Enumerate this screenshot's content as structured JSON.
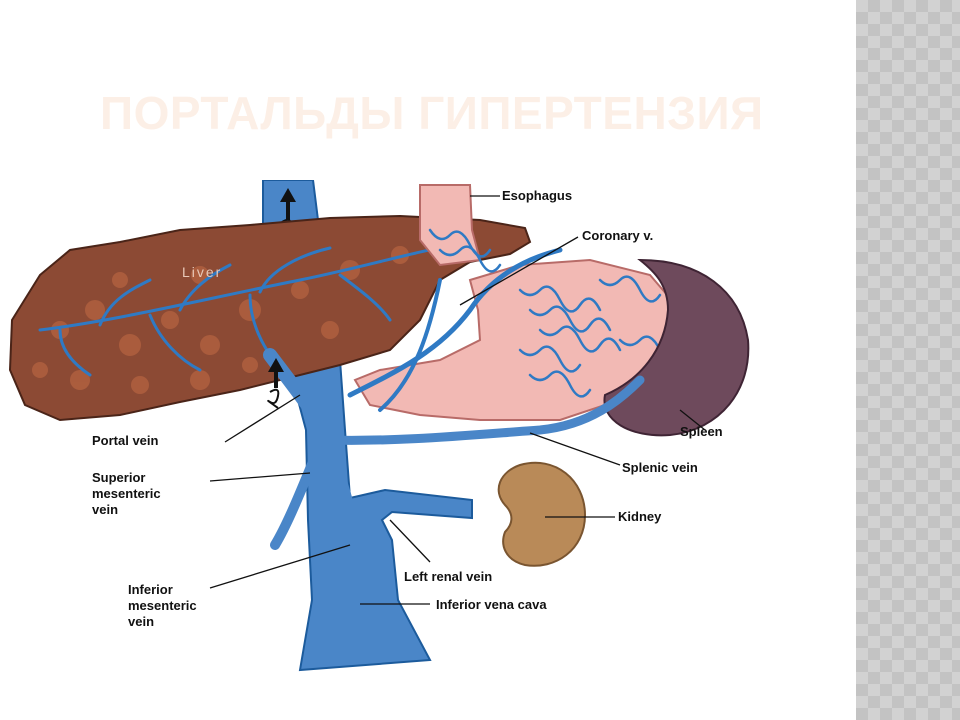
{
  "slide": {
    "title": "ПОРТАЛЬДЫ ГИПЕРТЕНЗИЯ"
  },
  "diagram": {
    "organ_label": "Liver",
    "labels": {
      "esophagus": "Esophagus",
      "coronary": "Coronary v.",
      "portal": "Portal vein",
      "superior_1": "Superior",
      "superior_2": "mesenteric",
      "superior_3": "vein",
      "spleen": "Spleen",
      "splenic": "Splenic vein",
      "kidney": "Kidney",
      "left_renal": "Left renal vein",
      "inferior_1": "Inferior",
      "inferior_2": "mesenteric",
      "inferior_3": "vein",
      "ivc": "Inferior  vena cava"
    },
    "colors": {
      "vein": "#4a86c8",
      "vein_dark": "#1c5b9c",
      "liver": "#8c4a34",
      "stomach": "#f2b9b4",
      "spleen": "#6e4a5c",
      "kidney": "#b98a58"
    }
  }
}
